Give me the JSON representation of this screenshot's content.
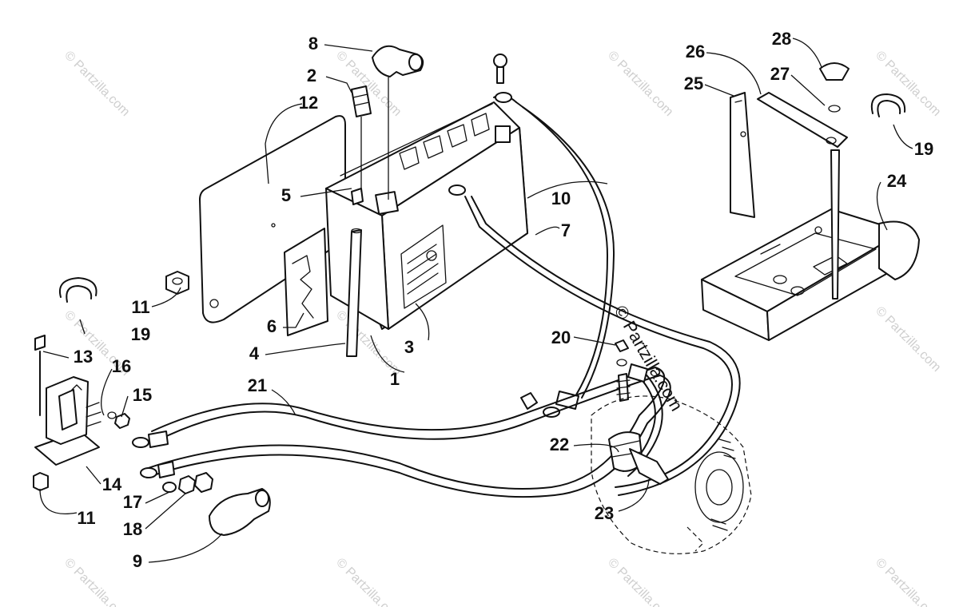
{
  "watermark": {
    "text": "© Partzilla.com",
    "faint_text": "© Partzilla.com"
  },
  "callouts": [
    {
      "id": "c1",
      "text": "1"
    },
    {
      "id": "c2",
      "text": "2"
    },
    {
      "id": "c3",
      "text": "3"
    },
    {
      "id": "c4",
      "text": "4"
    },
    {
      "id": "c5",
      "text": "5"
    },
    {
      "id": "c6",
      "text": "6"
    },
    {
      "id": "c7",
      "text": "7"
    },
    {
      "id": "c8",
      "text": "8"
    },
    {
      "id": "c9",
      "text": "9"
    },
    {
      "id": "c10",
      "text": "10"
    },
    {
      "id": "c11a",
      "text": "11"
    },
    {
      "id": "c11b",
      "text": "11"
    },
    {
      "id": "c12",
      "text": "12"
    },
    {
      "id": "c13",
      "text": "13"
    },
    {
      "id": "c14",
      "text": "14"
    },
    {
      "id": "c15",
      "text": "15"
    },
    {
      "id": "c16",
      "text": "16"
    },
    {
      "id": "c17",
      "text": "17"
    },
    {
      "id": "c18",
      "text": "18"
    },
    {
      "id": "c19a",
      "text": "19"
    },
    {
      "id": "c19b",
      "text": "19"
    },
    {
      "id": "c20",
      "text": "20"
    },
    {
      "id": "c21",
      "text": "21"
    },
    {
      "id": "c22",
      "text": "22"
    },
    {
      "id": "c23",
      "text": "23"
    },
    {
      "id": "c24",
      "text": "24"
    },
    {
      "id": "c25",
      "text": "25"
    },
    {
      "id": "c26",
      "text": "26"
    },
    {
      "id": "c27",
      "text": "27"
    },
    {
      "id": "c28",
      "text": "28"
    }
  ],
  "colors": {
    "line": "#111111",
    "background": "#ffffff",
    "watermark": "#cfcfcf"
  }
}
